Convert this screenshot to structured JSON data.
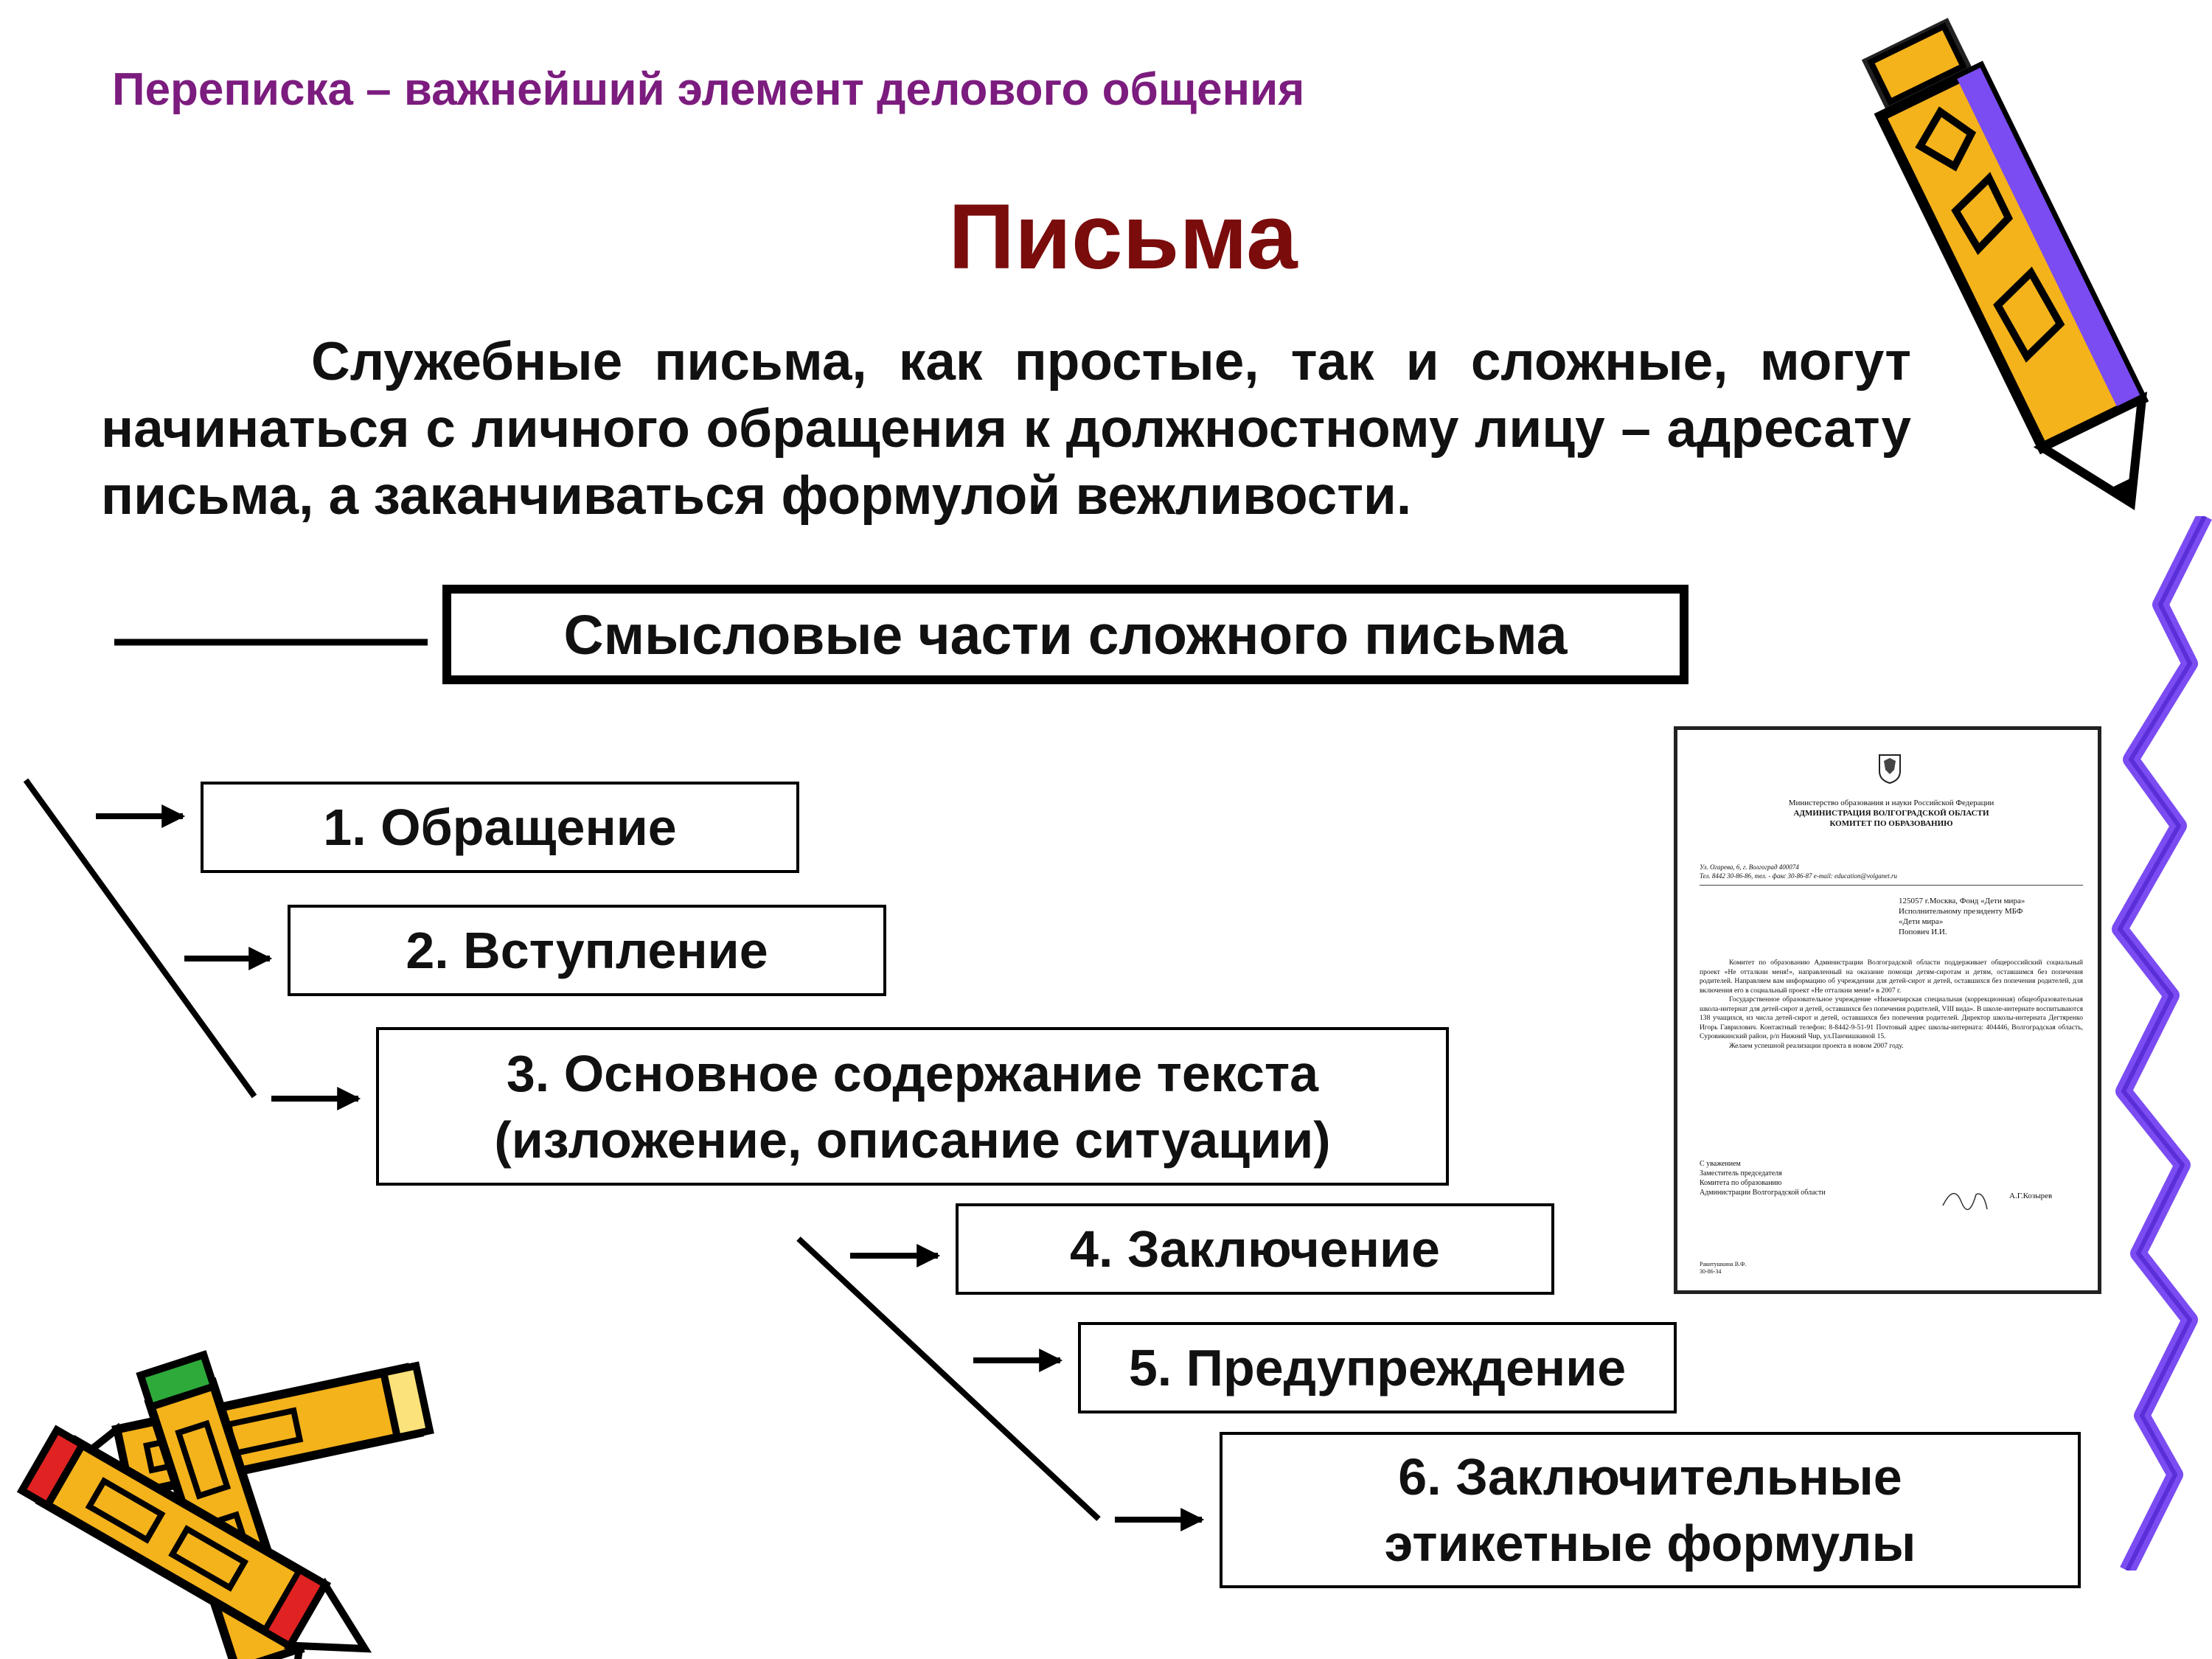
{
  "topic": "Переписка – важнейший элемент делового общения",
  "title": "Письма",
  "intro": "Служебные письма, как простые, так и сложные, могут начинаться с личного обращения к должностному лицу – адресату письма, а заканчиваться формулой вежливости.",
  "heading": "Смысловые части сложного письма",
  "parts": [
    {
      "label": "1. Обращение"
    },
    {
      "label": "2. Вступление"
    },
    {
      "label": "3. Основное содержание текста (изложение, описание ситуации)"
    },
    {
      "label": "4. Заключение"
    },
    {
      "label": "5. Предупреждение"
    },
    {
      "label": "6. Заключительные этикетные формулы"
    }
  ],
  "colors": {
    "topic": "#7B1C7E",
    "title": "#7A0C0C",
    "pencil_body": "#F4B21B",
    "pencil_accent": "#7A4CF2",
    "squiggle": "#7A4CF2"
  },
  "letter": {
    "org": [
      "Министерство образования и науки Российской Федерации",
      "АДМИНИСТРАЦИЯ ВОЛГОГРАДСКОЙ ОБЛАСТИ",
      "КОМИТЕТ ПО ОБРАЗОВАНИЮ"
    ],
    "address": "Ул. Огарева, 6, г. Волгоград 400074",
    "phone": "Тел. 8442 30-86-86, тел. - факс 30-86-87 e-mail: education@volganet.ru",
    "recipient": [
      "125057 г.Москва, Фонд «Дети мира»",
      "Исполнительному президенту МБФ",
      "«Дети мира»",
      "Попович И.И."
    ],
    "body": [
      "Комитет по образованию Администрации Волгоградской области поддерживает общероссийский социальный проект «Не отталкни меня!», направленный на оказание помощи детям-сиротам и детям, оставшимся без попечения родителей. Направляем вам информацию об учреждении для детей-сирот и детей, оставшихся без попечения родителей, для включения его в социальный проект «Не отталкни меня!» в 2007 г.",
      "Государственное образовательное учреждение «Нижнечирская специальная (коррекционная) общеобразовательная школа-интернат для детей-сирот и детей, оставшихся без попечения родителей, VIII вида». В школе-интернате воспитываются 138 учащихся, из числа детей-сирот и детей, оставшихся без попечения родителей. Директор школы-интерната Дегтяренко Игорь Гаврилович. Контактный телефон: 8-8442-9-51-91 Почтовый адрес школы-интерната: 404446, Волгоградская область, Суровикинский район, р/п Нижний Чир, ул.Панчишкиной 15.",
      "Желаем успешной реализации проекта в новом 2007 году."
    ],
    "closing": [
      "С уважением",
      "Заместитель председателя",
      "Комитета по образованию",
      "Администрации Волгоградской области"
    ],
    "signer": "А.Г.Козырев",
    "executor": [
      "Ракитушкина В.Ф.",
      "30-86-34"
    ]
  }
}
